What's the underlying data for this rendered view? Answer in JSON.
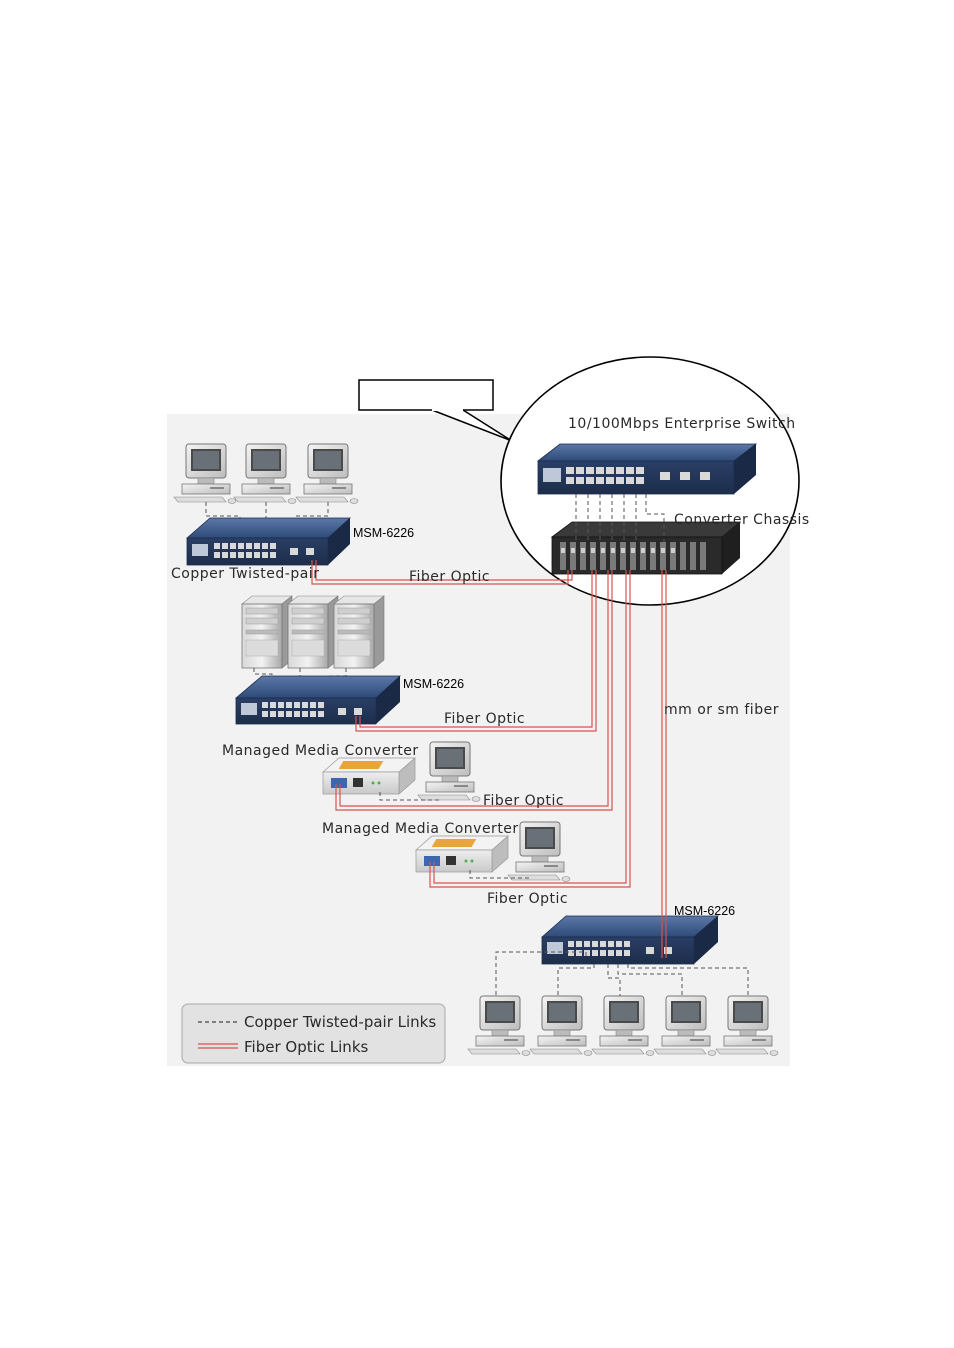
{
  "labels": {
    "enterprise_switch": "10/100Mbps Enterprise Switch",
    "converter_chassis": "Converter Chassis",
    "copper_twisted_pair": "Copper Twisted-pair",
    "fiber_optic_1": "Fiber Optic",
    "fiber_optic_2": "Fiber Optic",
    "fiber_optic_3": "Fiber Optic",
    "fiber_optic_4": "Fiber Optic",
    "msm_1": "MSM-6226",
    "msm_2": "MSM-6226",
    "msm_3": "MSM-6226",
    "mm_sm_fiber": "mm or sm fiber",
    "managed_converter_1": "Managed Media Converter",
    "managed_converter_2": "Managed Media Converter"
  },
  "legend": {
    "copper": "Copper Twisted-pair Links",
    "fiber": "Fiber Optic Links"
  },
  "colors": {
    "fiber": "#d9534f",
    "copper": "#555555",
    "switch_body": "#2f4a78",
    "background_panel": "#ececec"
  }
}
